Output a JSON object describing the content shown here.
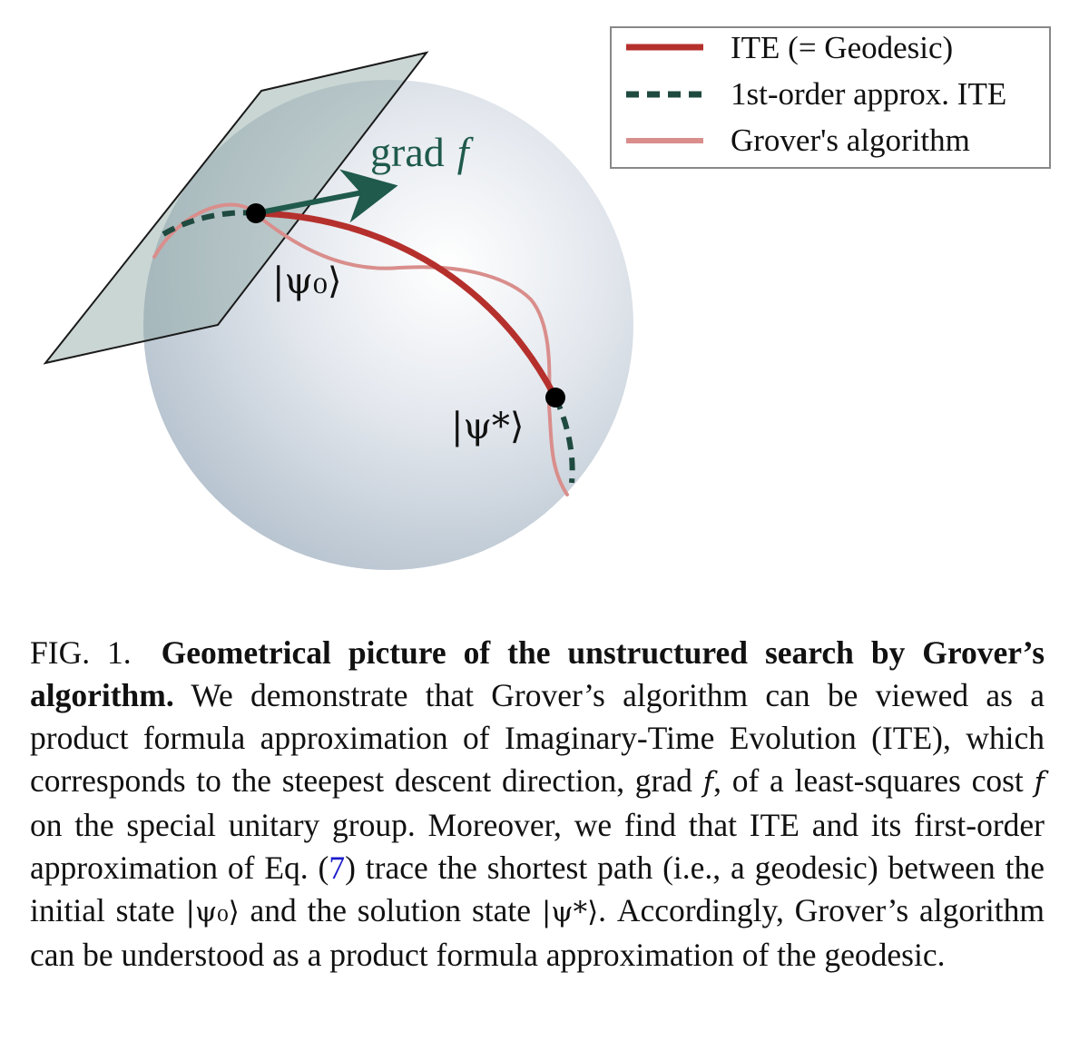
{
  "legend": {
    "items": [
      {
        "label": "ITE (= Geodesic)",
        "color": "#b5302c",
        "style": "solid"
      },
      {
        "label": "1st-order approx. ITE",
        "color": "#1f4a40",
        "style": "dashed"
      },
      {
        "label": "Grover's algorithm",
        "color": "#d98e8c",
        "style": "solid"
      }
    ]
  },
  "figure": {
    "grad_label": "grad",
    "grad_symbol": "f",
    "psi0_label": "|ψ₀⟩",
    "psi_star_label": "|ψ*⟩"
  },
  "caption": {
    "label": "FIG. 1.",
    "title": "Geometrical picture of the unstructured search by Grover’s algorithm.",
    "p1": "We demonstrate that Grover’s algorithm can be viewed as a product formula approximation of Imaginary-Time Evolution (ITE), which corresponds to the steepest descent direction, grad",
    "f1": "f",
    "p2": ", of a least-squares cost",
    "f2": "f",
    "p3": "on the special unitary group. Moreover, we find that ITE and its first-order approximation of Eq. (",
    "eq_ref": "7",
    "p4": ") trace the shortest path (i.e., a geodesic) between the initial state",
    "ket0": "|ψ₀⟩",
    "p5": "and the solution state",
    "ket_star": "|ψ*⟩",
    "p6": ". Accordingly, Grover’s algorithm can be understood as a product formula approximation of the geodesic."
  }
}
